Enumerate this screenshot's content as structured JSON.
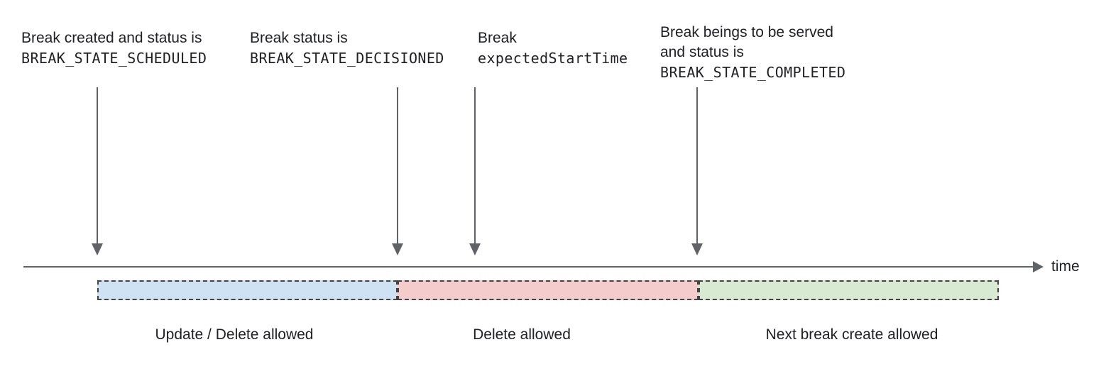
{
  "annotations": [
    {
      "line1": "Break created and status is",
      "code": "BREAK_STATE_SCHEDULED"
    },
    {
      "line1": "Break status is",
      "code": "BREAK_STATE_DECISIONED"
    },
    {
      "line1": "Break",
      "code": "expectedStartTime"
    },
    {
      "line1": "Break beings to be served",
      "line2": "and status is",
      "code": "BREAK_STATE_COMPLETED"
    }
  ],
  "timeline": {
    "label": "time"
  },
  "segments": [
    {
      "label": "Update / Delete allowed",
      "color": "#cfe2f3"
    },
    {
      "label": "Delete allowed",
      "color": "#f4cccc"
    },
    {
      "label": "Next break create allowed",
      "color": "#d9ead3"
    }
  ],
  "colors": {
    "arrow": "#5f6368",
    "dashed_border": "#434343",
    "text": "#202124"
  }
}
